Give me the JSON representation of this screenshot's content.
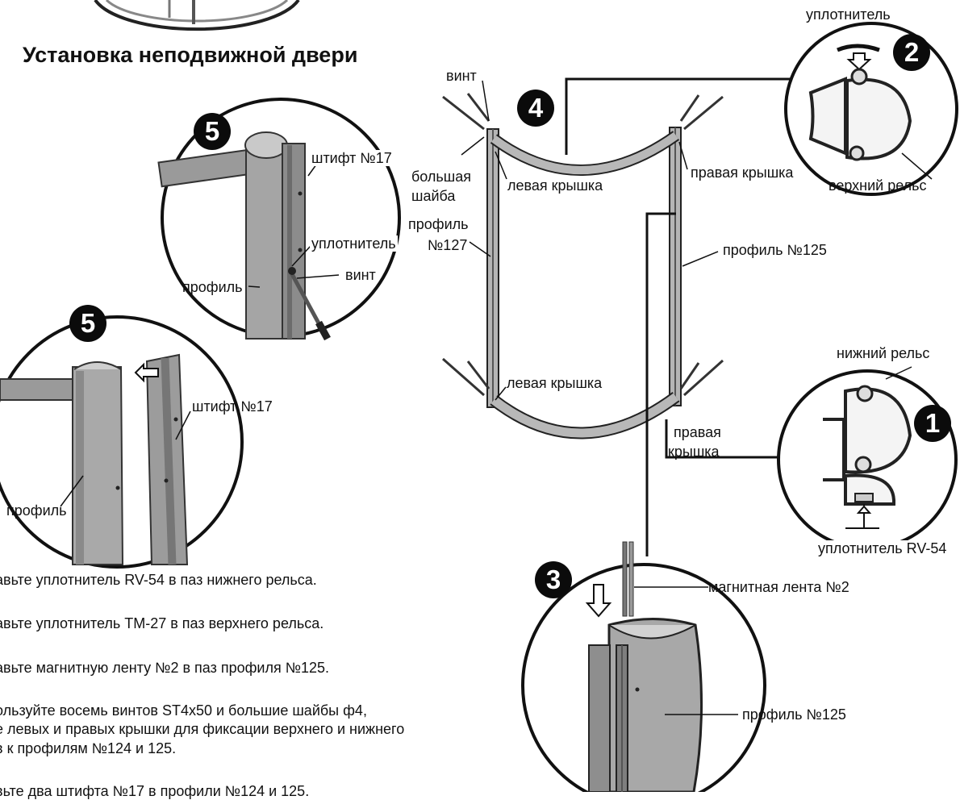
{
  "title": "Установка неподвижной двери",
  "badges": {
    "b1": "1",
    "b2": "2",
    "b3": "3",
    "b4": "4",
    "b5a": "5",
    "b5b": "5"
  },
  "labels": {
    "seal_top": "уплотнитель",
    "vint_top": "винт",
    "pin17_a": "штифт №17",
    "big_washer_1": "большая",
    "big_washer_2": "шайба",
    "left_cover_top": "левая крышка",
    "right_cover_top": "правая крышка",
    "upper_rail": "верхний рельс",
    "profile127_1": "профиль",
    "profile127_2": "№127",
    "seal_5a": "уплотнитель",
    "vint_5a": "винт",
    "profile_5a": "профиль",
    "profile125_a": "профиль №125",
    "lower_rail": "нижний рельс",
    "left_cover_bottom": "левая крышка",
    "pin17_b": "штифт №17",
    "right_cover_bottom_1": "правая",
    "right_cover_bottom_2": "крышка",
    "profile_5b": "профиль",
    "seal_rv54": "уплотнитель RV-54",
    "magnet_tape": "магнитная лента №2",
    "profile125_b": "профиль №125"
  },
  "steps": [
    "авьте уплотнитель RV-54 в паз нижнего рельса.",
    "авьте уплотнитель TM-27 в паз верхнего рельса.",
    "авьте магнитную ленту №2 в паз профиля №125.",
    "ользуйте восемь винтов ST4x50 и большие шайбы ф4,",
    "е левых и правых крышки для фиксации верхнего и нижнего",
    "в к профилям №124 и 125.",
    "вьте два штифта №17 в профили №124 и 125."
  ]
}
